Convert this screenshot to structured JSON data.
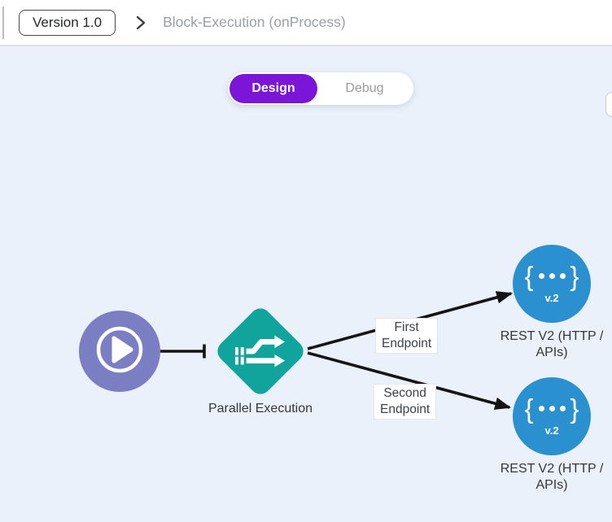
{
  "header": {
    "version_label": "Version 1.0",
    "breadcrumb": "Block-Execution (onProcess)"
  },
  "toggle": {
    "design_label": "Design",
    "debug_label": "Debug",
    "active_tab": "Design"
  },
  "flow": {
    "start_node": {
      "icon": "play-icon"
    },
    "parallel_node": {
      "icon": "parallel-arrows-icon",
      "label": "Parallel Execution"
    },
    "endpoints": [
      {
        "icon": "curly-braces-dots-icon",
        "brace_left": "{",
        "brace_right": "}",
        "badge": "v.2",
        "label": "REST V2 (HTTP /\nAPIs)"
      },
      {
        "icon": "curly-braces-dots-icon",
        "brace_left": "{",
        "brace_right": "}",
        "badge": "v.2",
        "label": "REST V2 (HTTP /\nAPIs)"
      }
    ],
    "edge_labels": [
      {
        "label": "First\nEndpoint"
      },
      {
        "label": "Second\nEndpoint"
      }
    ]
  },
  "colors": {
    "canvas_bg": "#eaf1fa",
    "accent_purple": "#7b16d9",
    "start_node": "#7b7ec2",
    "parallel_node": "#10a49d",
    "endpoint_node": "#2b90cf",
    "edge": "#141414",
    "breadcrumb_gray": "#9aa0a7"
  }
}
